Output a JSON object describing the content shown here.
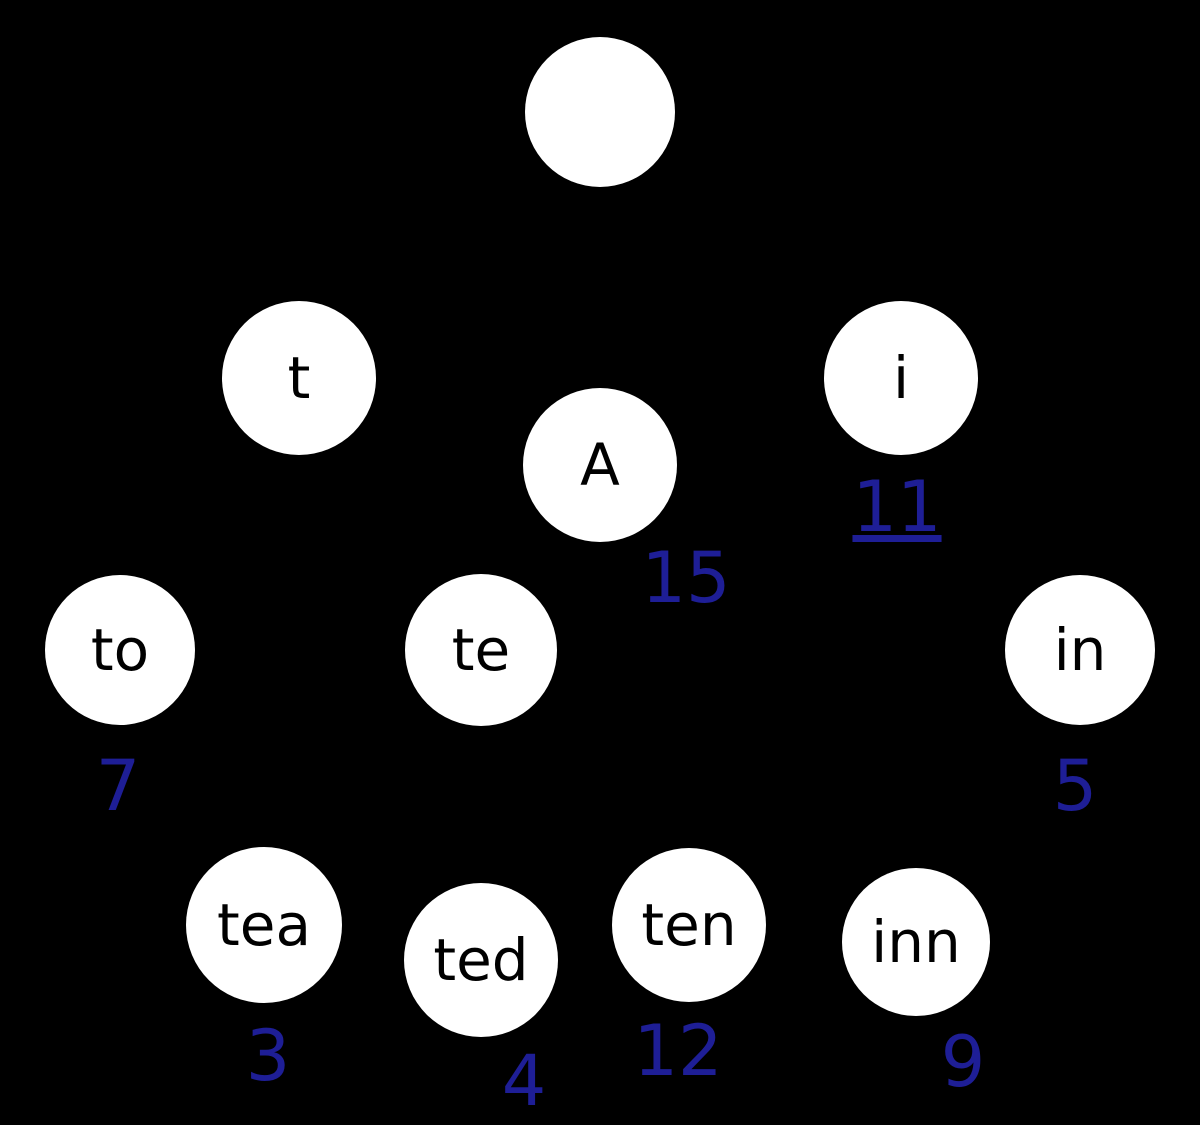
{
  "diagram": {
    "type": "trie",
    "background": "#000000",
    "node_fill": "#ffffff",
    "node_text_color": "#000000",
    "value_color": "#1e1e96"
  },
  "nodes": [
    {
      "id": "root",
      "label": ""
    },
    {
      "id": "t",
      "label": "t"
    },
    {
      "id": "A",
      "label": "A",
      "value": "15"
    },
    {
      "id": "i",
      "label": "i",
      "value": "11"
    },
    {
      "id": "to",
      "label": "to",
      "value": "7"
    },
    {
      "id": "te",
      "label": "te"
    },
    {
      "id": "in",
      "label": "in",
      "value": "5"
    },
    {
      "id": "tea",
      "label": "tea",
      "value": "3"
    },
    {
      "id": "ted",
      "label": "ted",
      "value": "4"
    },
    {
      "id": "ten",
      "label": "ten",
      "value": "12"
    },
    {
      "id": "inn",
      "label": "inn",
      "value": "9"
    }
  ]
}
